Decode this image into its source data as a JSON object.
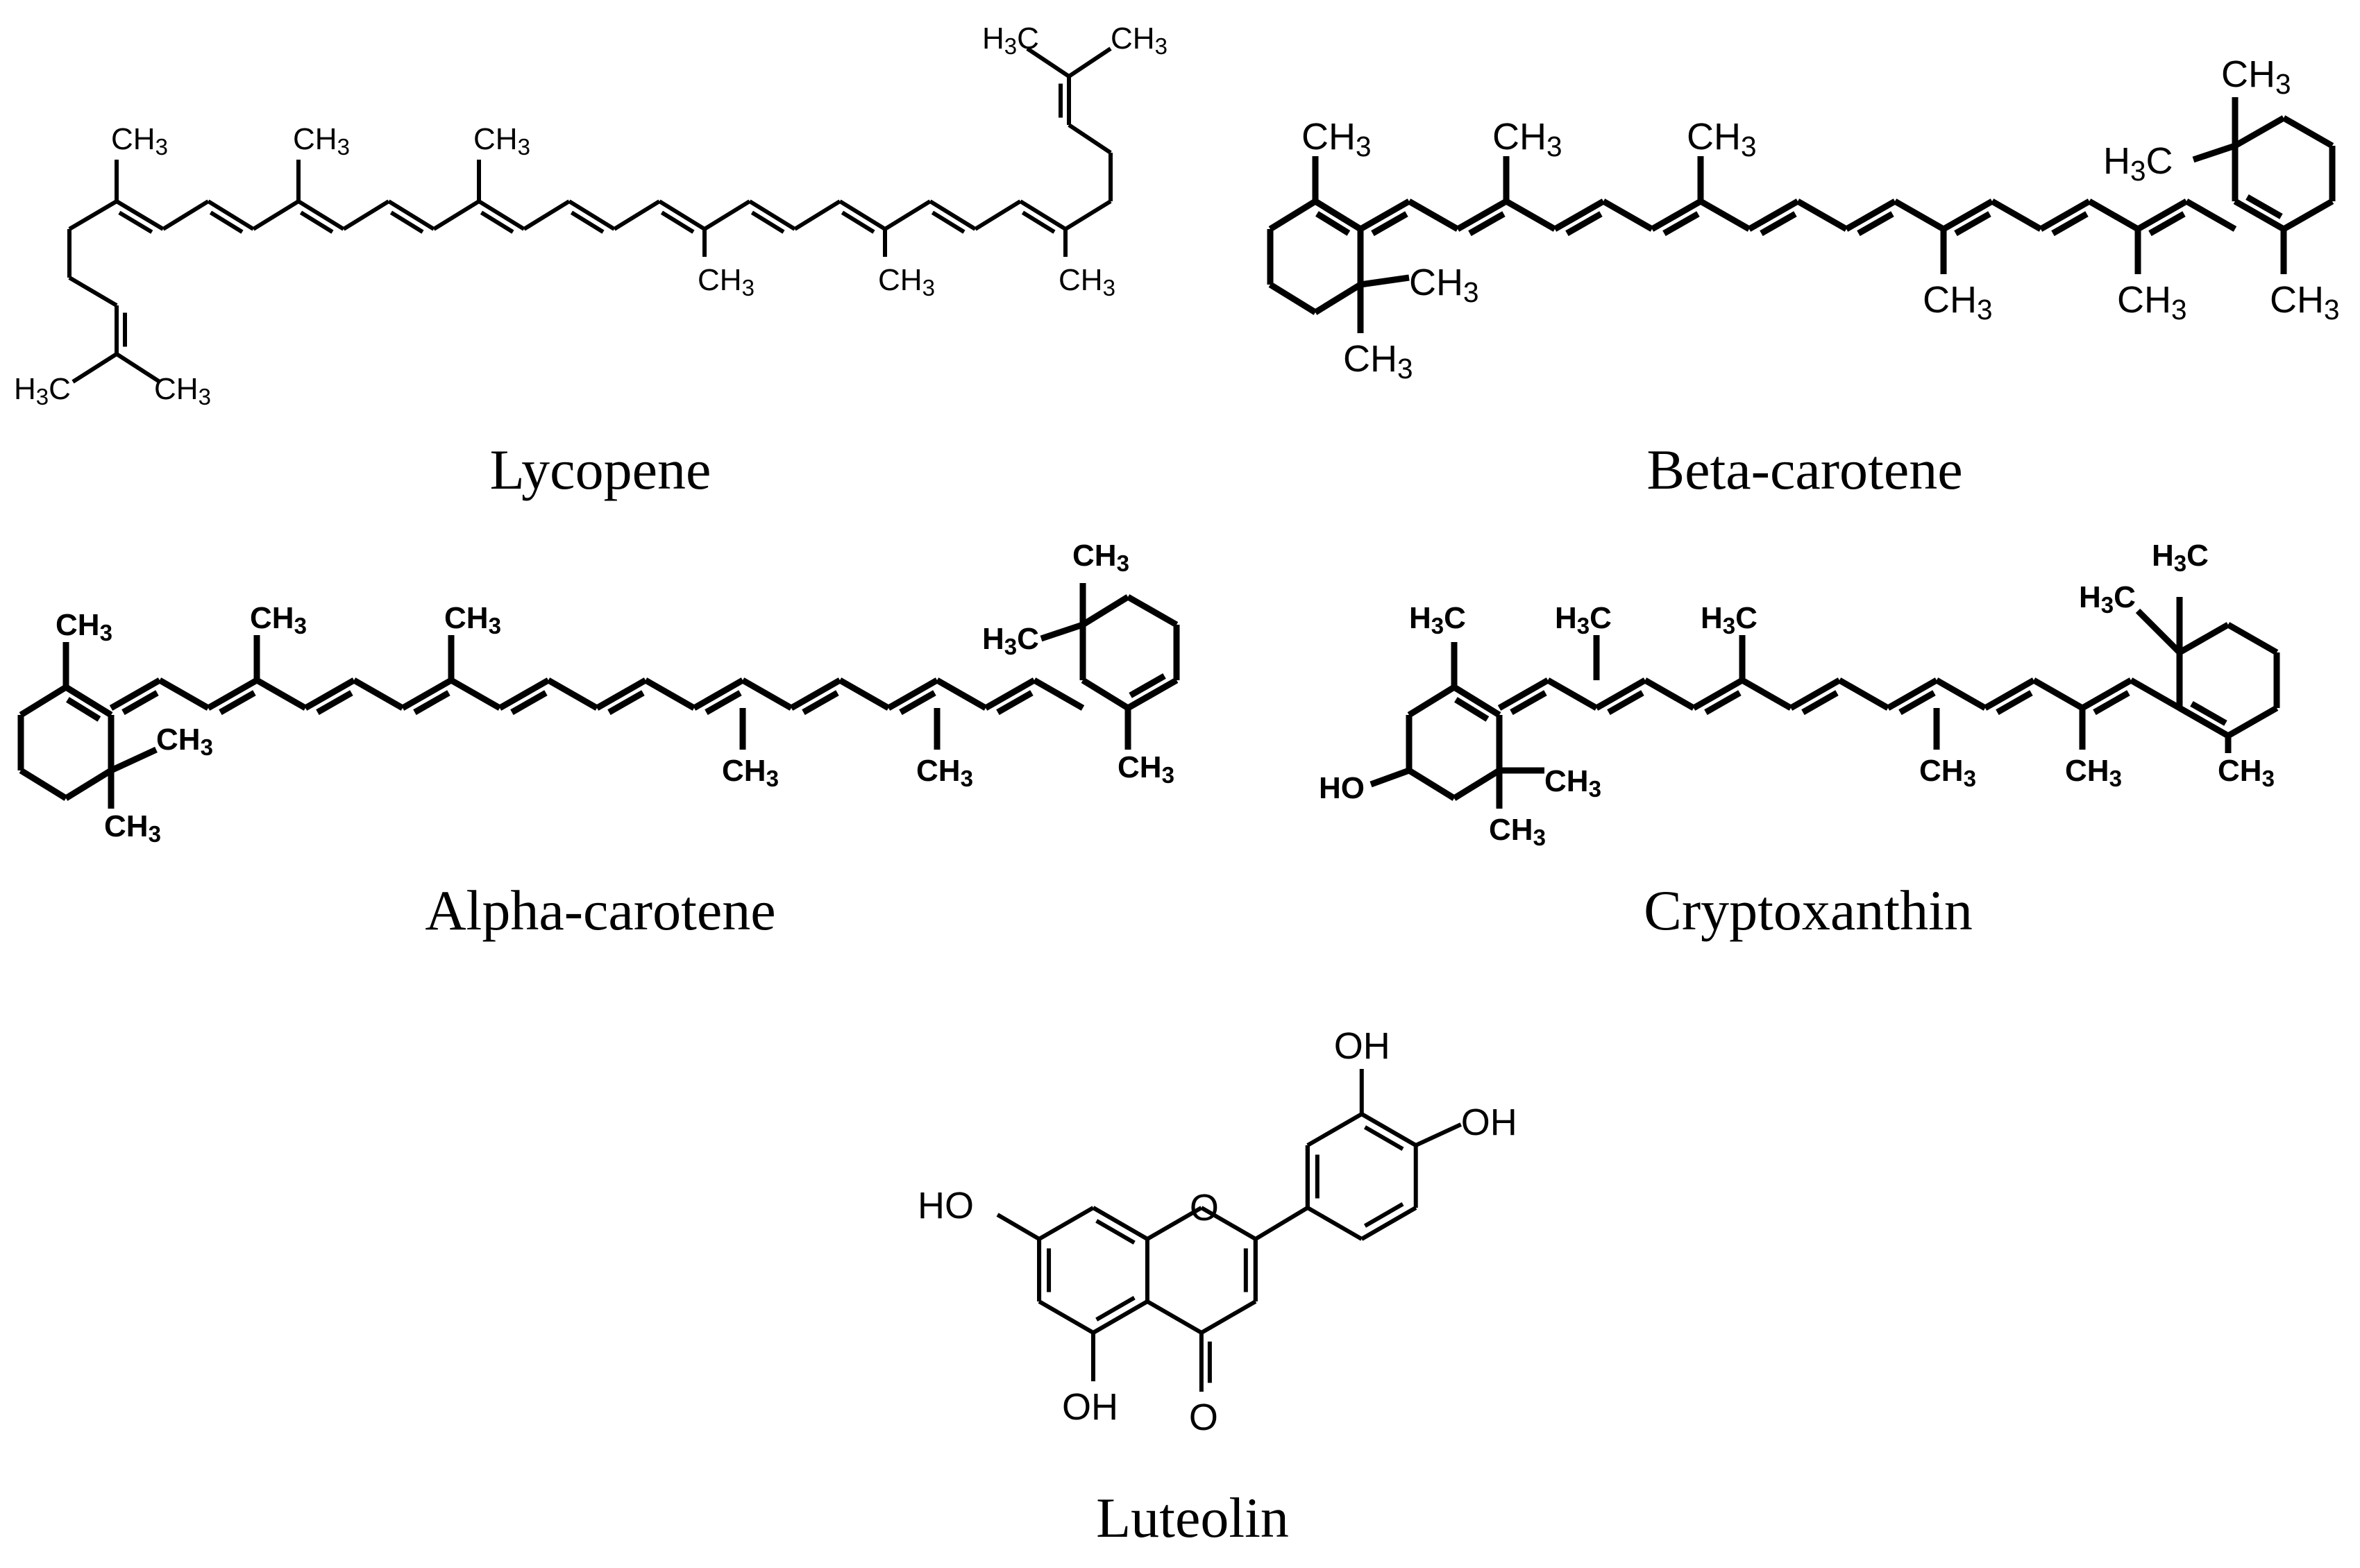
{
  "atoms": {
    "ch3": "CH3",
    "h3c": "H3C",
    "ho": "HO",
    "oh": "OH",
    "o": "O"
  },
  "molecules": [
    {
      "key": "lycopene",
      "name": "Lycopene"
    },
    {
      "key": "beta",
      "name": "Beta-carotene"
    },
    {
      "key": "alpha",
      "name": "Alpha-carotene"
    },
    {
      "key": "crypto",
      "name": "Cryptoxanthin"
    },
    {
      "key": "luteolin",
      "name": "Luteolin"
    }
  ]
}
